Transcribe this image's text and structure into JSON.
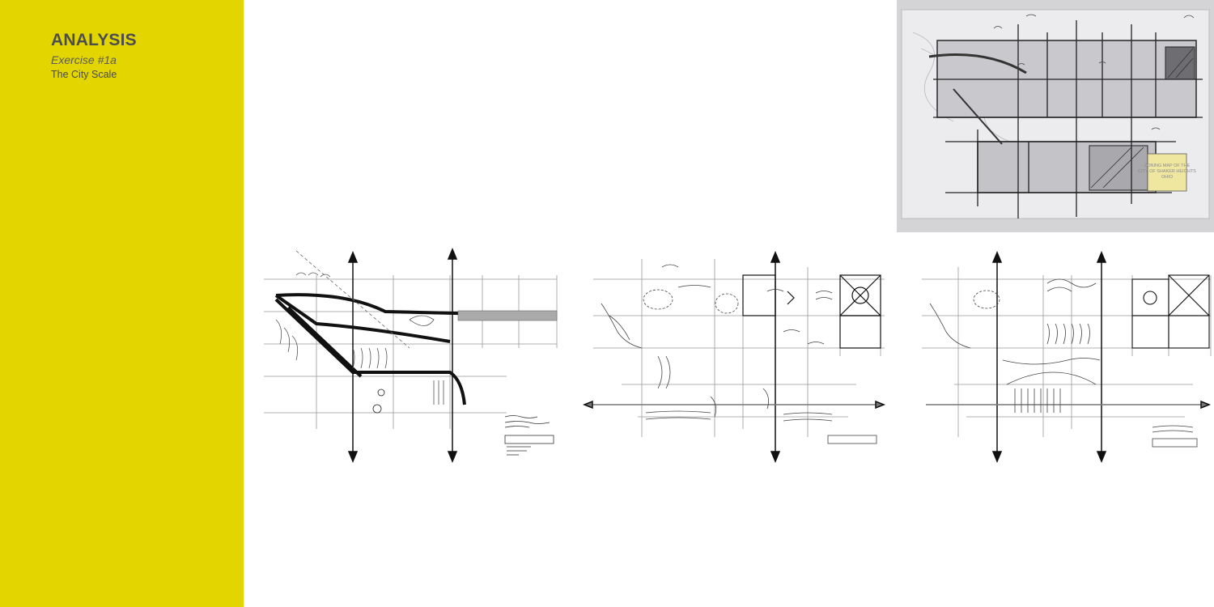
{
  "header": {
    "title": "ANALYSIS",
    "subtitle": "Exercise #1a",
    "scale_label": "The City Scale"
  },
  "colors": {
    "sidebar": "#e3d600",
    "title_text": "#4d4d4d",
    "ink": "#222222",
    "map_highlight": "#efe7a0"
  },
  "photo": {
    "map_label_lines": [
      "ZONING MAP OF THE",
      "CITY OF SHAKER HEIGHTS",
      "OHIO"
    ]
  }
}
